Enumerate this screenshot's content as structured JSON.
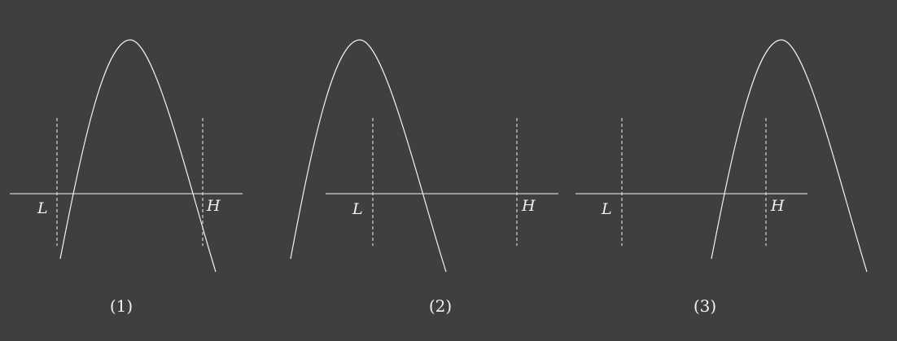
{
  "panels": [
    {
      "caption": "(1)",
      "low_label": "L",
      "high_label": "H"
    },
    {
      "caption": "(2)",
      "low_label": "L",
      "high_label": "H"
    },
    {
      "caption": "(3)",
      "low_label": "L",
      "high_label": "H"
    }
  ],
  "colors": {
    "background": "#3f3f3f",
    "stroke": "#f2f2f2"
  }
}
